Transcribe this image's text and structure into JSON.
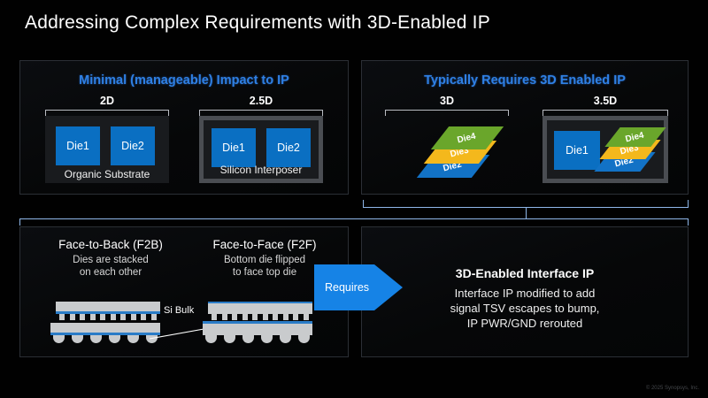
{
  "slide": {
    "title": "Addressing Complex Requirements with 3D-Enabled IP",
    "footer": "© 2025 Synopsys, Inc."
  },
  "colors": {
    "accent_heading": "#2f80e4",
    "die_blue": "#0a6fc2",
    "arrow_blue": "#1683e6",
    "connector": "#8fb6e8",
    "layer_top_green": "#6aa62b",
    "layer_mid_yellow": "#f4b81c",
    "layer_bottom_blue": "#1272c6",
    "panel_border": "#2b2f35",
    "silicon_gray": "#c9cbcd"
  },
  "panels": {
    "top_left": {
      "heading": "Minimal (manageable) Impact to IP",
      "groups": [
        {
          "label": "2D",
          "dies": [
            "Die1",
            "Die2"
          ],
          "substrate": "Organic Substrate",
          "framed": false
        },
        {
          "label": "2.5D",
          "dies": [
            "Die1",
            "Die2"
          ],
          "substrate": "Silicon Interposer",
          "framed": true
        }
      ]
    },
    "top_right": {
      "heading": "Typically Requires 3D Enabled IP",
      "groups": [
        {
          "label": "3D",
          "stack_layers": [
            "Die4",
            "Die3",
            "Die2"
          ],
          "framed": false,
          "side_die": null
        },
        {
          "label": "3.5D",
          "stack_layers": [
            "Die4",
            "Die3",
            "Die2"
          ],
          "framed": true,
          "side_die": "Die1"
        }
      ]
    },
    "bottom_left": {
      "columns": [
        {
          "title": "Face-to-Back (F2B)",
          "subtitle_line1": "Dies are stacked",
          "subtitle_line2": "on each other"
        },
        {
          "title": "Face-to-Face (F2F)",
          "subtitle_line1": "Bottom die flipped",
          "subtitle_line2": "to face top die"
        }
      ],
      "annotation": "Si Bulk"
    },
    "bottom_right": {
      "arrow_label": "Requires",
      "title": "3D-Enabled Interface IP",
      "body_line1": "Interface IP modified to add",
      "body_line2": "signal TSV escapes to bump,",
      "body_line3": "IP PWR/GND rerouted"
    }
  }
}
